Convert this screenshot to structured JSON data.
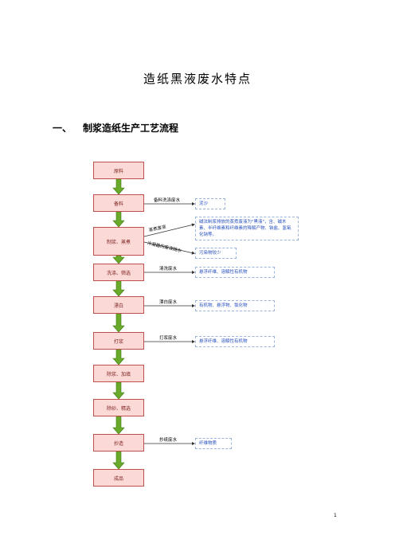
{
  "title": "造纸黑液废水特点",
  "section": {
    "number": "一、",
    "text": "制浆造纸生产工艺流程"
  },
  "steps": [
    "原料",
    "备料",
    "制浆、蒸煮",
    "洗涤、筛选",
    "漂白",
    "打浆",
    "除浆、加填",
    "除砂、精选",
    "抄造",
    "成品"
  ],
  "labels": {
    "beiliao": "备料洗涤废水",
    "zhengzhu": "蒸煮废液",
    "lengning": "冷凝器的废液随水",
    "xidi": "清洗废水",
    "piaobai": "漂白废水",
    "dajiang": "打浆废水",
    "chaozao": "抄纸废水"
  },
  "notes": {
    "nisha": "泥沙",
    "heiye": "碱法制浆排放的蒸煮废液为\"黑液\"，含、碱木素、半纤维素和纤维素的降解产物、钠盐、氢氧化钠等。",
    "wuran": "污染物较少",
    "xuanfu1": "悬浮纤维、溶解性有机物",
    "youjiwu": "有机物、悬浮物、氯化物",
    "xuanfu2": "悬浮纤维、溶解性有机物",
    "xianwei": "纤维物质"
  },
  "page_number": "1"
}
